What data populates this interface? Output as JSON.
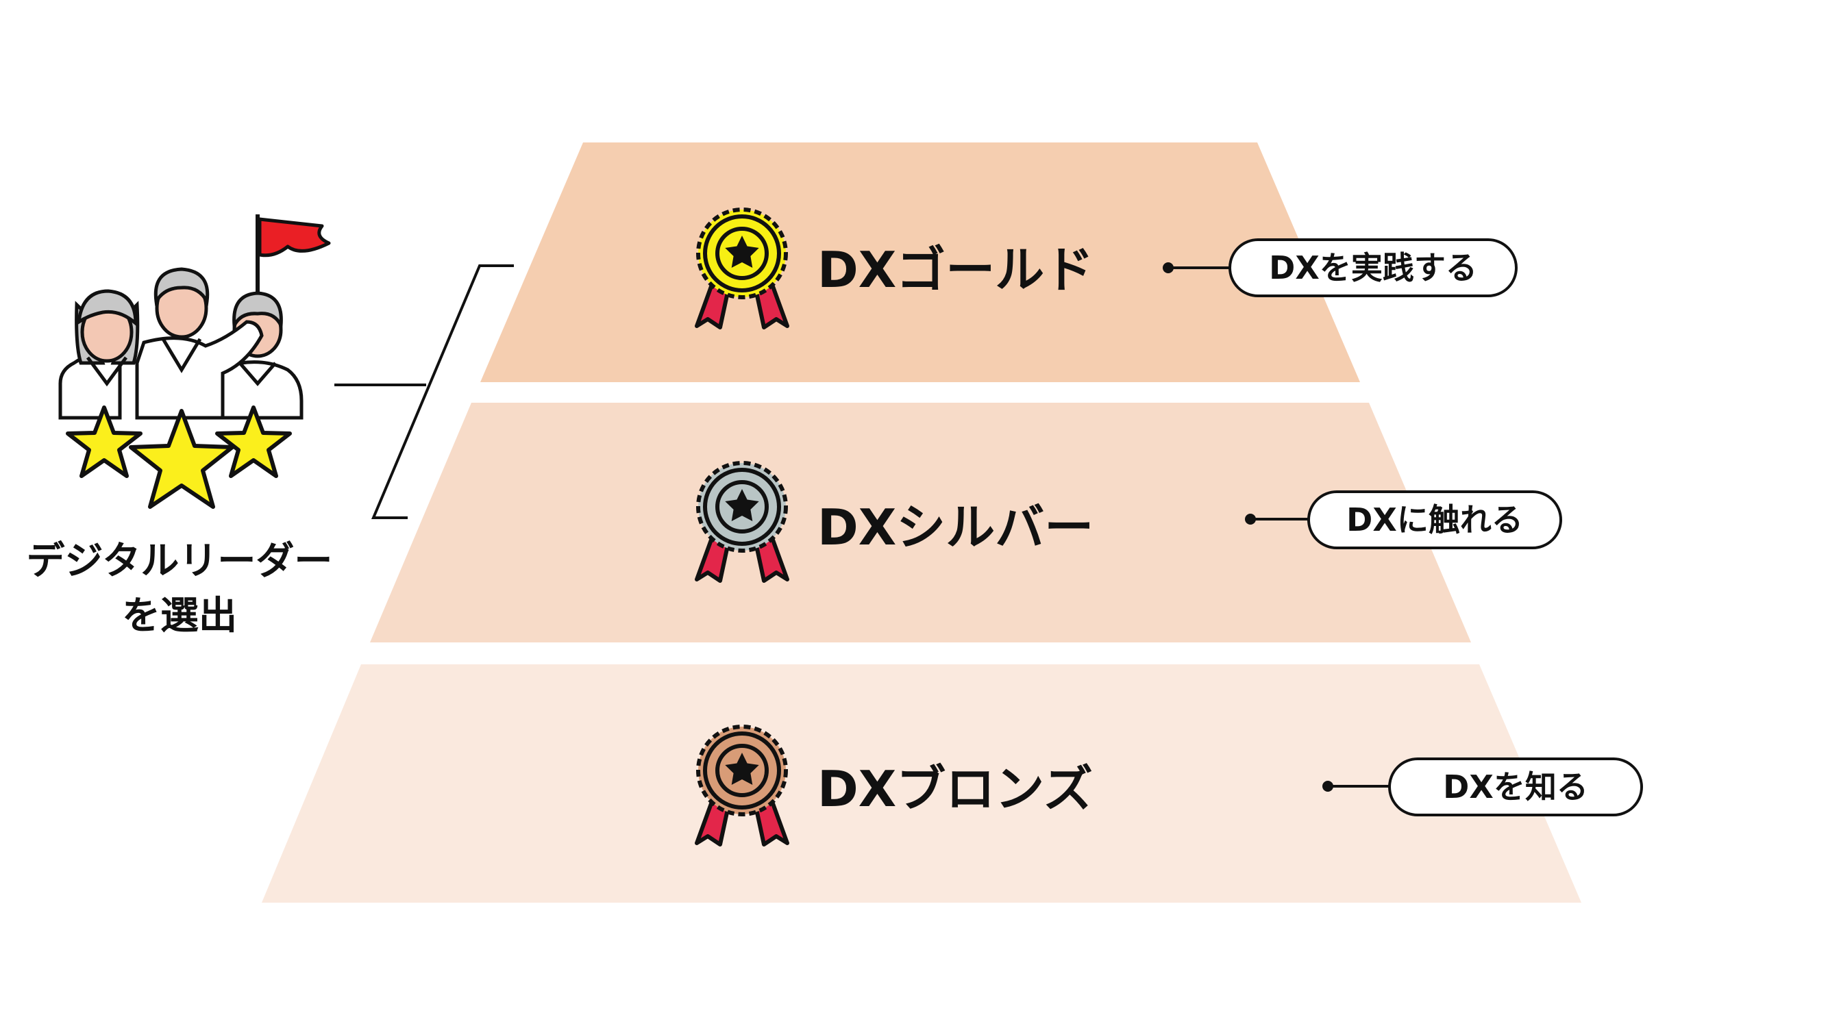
{
  "colors": {
    "gold_tier": "#f5ceb0",
    "silver_tier": "#f7dbc8",
    "bronze_tier": "#fae9de",
    "gold_medal": "#f7ef14",
    "silver_medal": "#b9c5c5",
    "bronze_medal": "#d89c77",
    "ribbon": "#e3264a",
    "flag": "#ea1f25",
    "star": "#fbef1c",
    "skin": "#f3c8b4",
    "hair": "#c7c7c7",
    "line": "#111111"
  },
  "leader": {
    "icon": "team-with-stars-and-flag-icon",
    "label_line1": "デジタルリーダー",
    "label_line2": "を選出"
  },
  "tiers": [
    {
      "id": "gold",
      "medal_icon": "gold-medal-icon",
      "title": "DXゴールド",
      "description": "DXを実践する"
    },
    {
      "id": "silver",
      "medal_icon": "silver-medal-icon",
      "title": "DXシルバー",
      "description": "DXに触れる"
    },
    {
      "id": "bronze",
      "medal_icon": "bronze-medal-icon",
      "title": "DXブロンズ",
      "description": "DXを知る"
    }
  ]
}
